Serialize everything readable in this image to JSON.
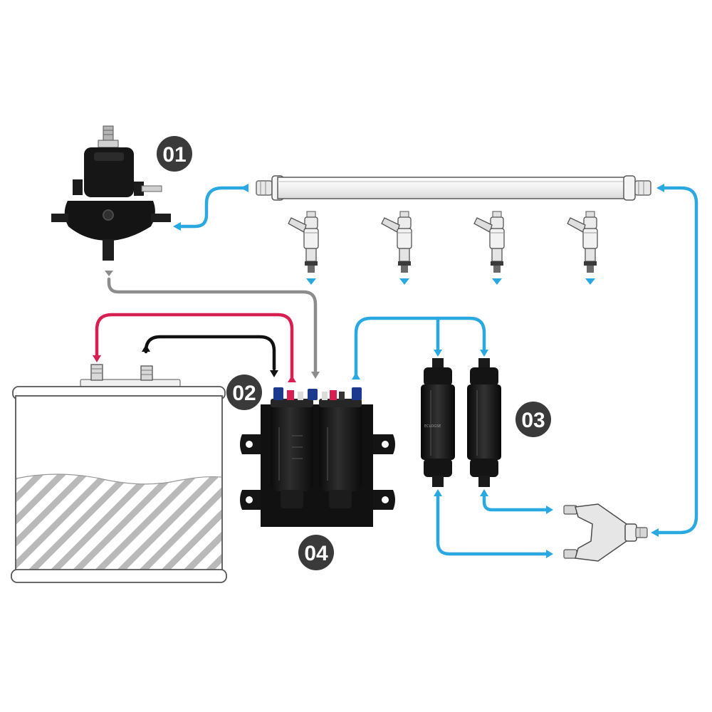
{
  "badges": {
    "regulator": "01",
    "pump_outlet": "02",
    "filters": "03",
    "pump_assembly": "04"
  },
  "colors": {
    "supply_line": "#2aa8e0",
    "return_line": "#8c8c8c",
    "positive_wire": "#d81f52",
    "negative_wire": "#111111",
    "badge_fill": "#3a3a3a",
    "hardware_black": "#151515",
    "fitting_blue": "#1b3a8e",
    "tank_hatch": "#b9b9b9"
  },
  "components": [
    {
      "id": "regulator",
      "icon": "fuel-pressure-regulator-icon"
    },
    {
      "id": "fuel-rail",
      "icon": "fuel-rail-icon"
    },
    {
      "id": "injectors",
      "icon": "fuel-injector-icon",
      "count": 4
    },
    {
      "id": "battery",
      "icon": "battery-icon"
    },
    {
      "id": "pump-assembly",
      "icon": "dual-fuel-pump-icon"
    },
    {
      "id": "filters",
      "icon": "inline-fuel-filter-icon",
      "count": 2
    },
    {
      "id": "y-fitting",
      "icon": "y-block-fitting-icon"
    }
  ]
}
